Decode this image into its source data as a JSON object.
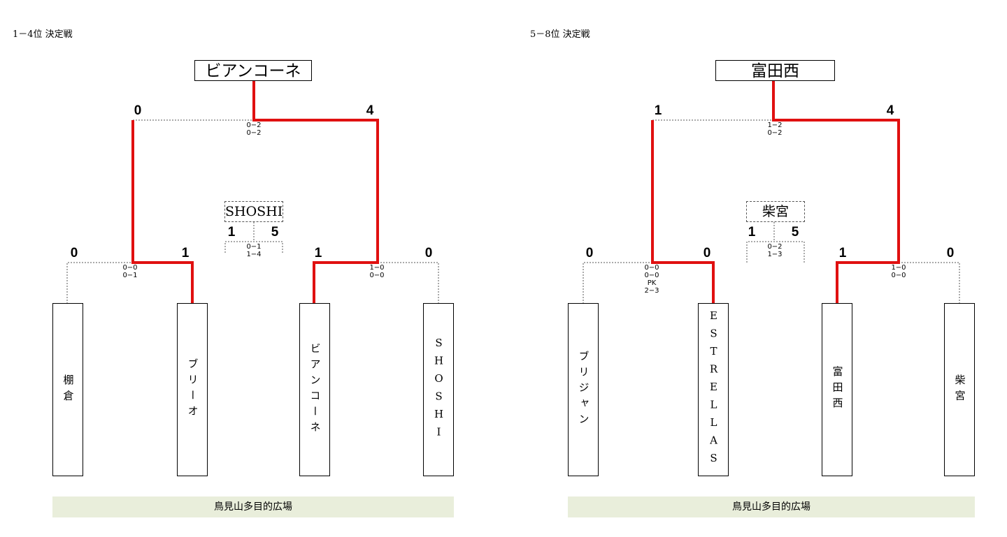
{
  "colors": {
    "winner_path": "#e01010",
    "loser_path": "#555555"
  },
  "brackets": [
    {
      "title": "1－4位 決定戦",
      "champion": "ビアンコーネ",
      "third_place_winner": "SHOSHI",
      "final": {
        "left_score": "0",
        "right_score": "4",
        "detail": [
          "0−2",
          "0−2"
        ]
      },
      "third_place": {
        "left_score": "1",
        "right_score": "5",
        "detail": [
          "0−1",
          "1−4"
        ]
      },
      "semifinal_left": {
        "left_score": "0",
        "right_score": "1",
        "detail": [
          "0−0",
          "0−1"
        ]
      },
      "semifinal_right": {
        "left_score": "1",
        "right_score": "0",
        "detail": [
          "1−0",
          "0−0"
        ]
      },
      "teams": [
        "棚倉",
        "ブリーオ",
        "ビアンコーネ",
        "SHOSHI"
      ],
      "venue": "鳥見山多目的広場"
    },
    {
      "title": "5－8位 決定戦",
      "champion": "富田西",
      "third_place_winner": "柴宮",
      "final": {
        "left_score": "1",
        "right_score": "4",
        "detail": [
          "1−2",
          "0−2"
        ]
      },
      "third_place": {
        "left_score": "1",
        "right_score": "5",
        "detail": [
          "0−2",
          "1−3"
        ]
      },
      "semifinal_left": {
        "left_score": "0",
        "right_score": "0",
        "detail": [
          "0−0",
          "0−0",
          "PK",
          "2−3"
        ]
      },
      "semifinal_right": {
        "left_score": "1",
        "right_score": "0",
        "detail": [
          "1−0",
          "0−0"
        ]
      },
      "teams": [
        "ブリジャン",
        "ESTRELLAS",
        "富田西",
        "柴宮"
      ],
      "venue": "鳥見山多目的広場"
    }
  ]
}
